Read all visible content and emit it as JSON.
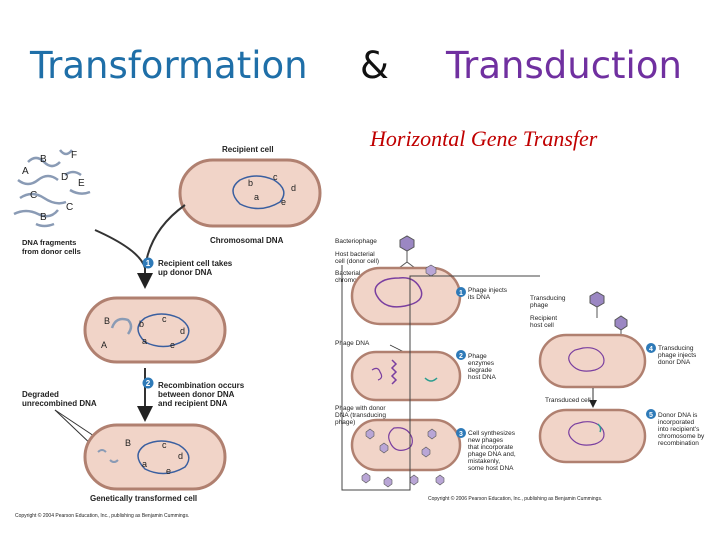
{
  "header": {
    "title_left": "Transformation",
    "ampersand": "&",
    "title_right": "Transduction",
    "subtitle": "Horizontal Gene Transfer"
  },
  "transformation": {
    "recipient_cell": "Recipient cell",
    "fragment_letters": [
      "B",
      "F",
      "A",
      "D",
      "E",
      "C",
      "C",
      "B"
    ],
    "cell_letters": [
      "b",
      "c",
      "d",
      "a",
      "e"
    ],
    "dna_fragments_label": [
      "DNA fragments",
      "from donor cells"
    ],
    "chromosomal_dna": "Chromosomal DNA",
    "step1_number": "1",
    "step1": [
      "Recipient cell takes",
      "up donor DNA"
    ],
    "cell2_letters": [
      "B",
      "b",
      "c",
      "d",
      "A",
      "a",
      "e"
    ],
    "step2_number": "2",
    "step2": [
      "Recombination occurs",
      "between donor DNA",
      "and recipient DNA"
    ],
    "degraded": [
      "Degraded",
      "unrecombined DNA"
    ],
    "cell3_letters": [
      "B",
      "c",
      "d",
      "a",
      "e"
    ],
    "result": "Genetically transformed cell",
    "copyright": "Copyright © 2004 Pearson Education, Inc., publishing as Benjamin Cummings."
  },
  "transduction": {
    "bacteriophage": "Bacteriophage",
    "host_cell": [
      "Host bacterial",
      "cell (donor cell)"
    ],
    "bacterial_chromosome": [
      "Bacterial",
      "chromosome"
    ],
    "step1_number": "1",
    "step1": [
      "Phage injects",
      "its DNA"
    ],
    "transducing_phage": [
      "Transducing",
      "phage"
    ],
    "recipient_host": [
      "Recipient",
      "host cell"
    ],
    "step4_number": "4",
    "step4": [
      "Transducing",
      "phage injects",
      "donor DNA"
    ],
    "phage_dna": "Phage DNA",
    "step2_number": "2",
    "step2": [
      "Phage",
      "enzymes",
      "degrade",
      "host DNA"
    ],
    "transduced_cell": "Transduced cell",
    "phage_with_donor": [
      "Phage with donor",
      "DNA (transducing",
      "phage)"
    ],
    "step3_number": "3",
    "step3": [
      "Cell synthesizes",
      "new phages",
      "that incorporate",
      "phage DNA and,",
      "mistakenly,",
      "some host DNA"
    ],
    "step5_number": "5",
    "step5": [
      "Donor DNA is",
      "incorporated",
      "into recipient's",
      "chromosome by",
      "recombination"
    ],
    "copyright": "Copyright © 2006 Pearson Education, Inc., publishing as Benjamin Cummings."
  },
  "colors": {
    "title_blue": "#1f6fa8",
    "title_purple": "#7030a0",
    "subtitle_red": "#c00000",
    "step_circle": "#2e7ab8",
    "cell_fill": "#f1d4c8",
    "cell_border": "#b08070"
  }
}
